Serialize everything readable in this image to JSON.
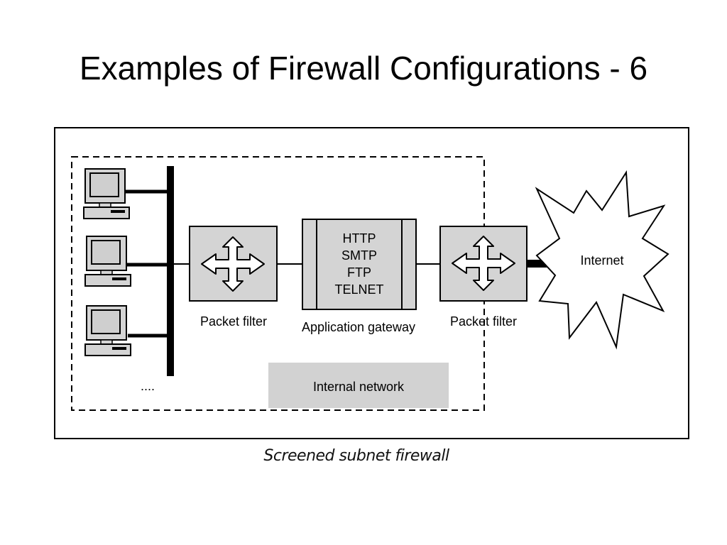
{
  "slide": {
    "title": "Examples of Firewall Configurations - 6"
  },
  "diagram": {
    "left_packet_filter_label": "Packet filter",
    "gateway_label": "Application gateway",
    "gateway_protocols": [
      "HTTP",
      "SMTP",
      "FTP",
      "TELNET"
    ],
    "right_packet_filter_label": "Packet filter",
    "internet_label": "Internet",
    "internal_network_label": "Internal network",
    "more_hosts_label": "....",
    "caption": "Screened subnet firewall",
    "colors": {
      "box_fill": "#d4d4d4",
      "internal_network_fill": "#d2d2d2",
      "stroke": "#000000"
    }
  }
}
